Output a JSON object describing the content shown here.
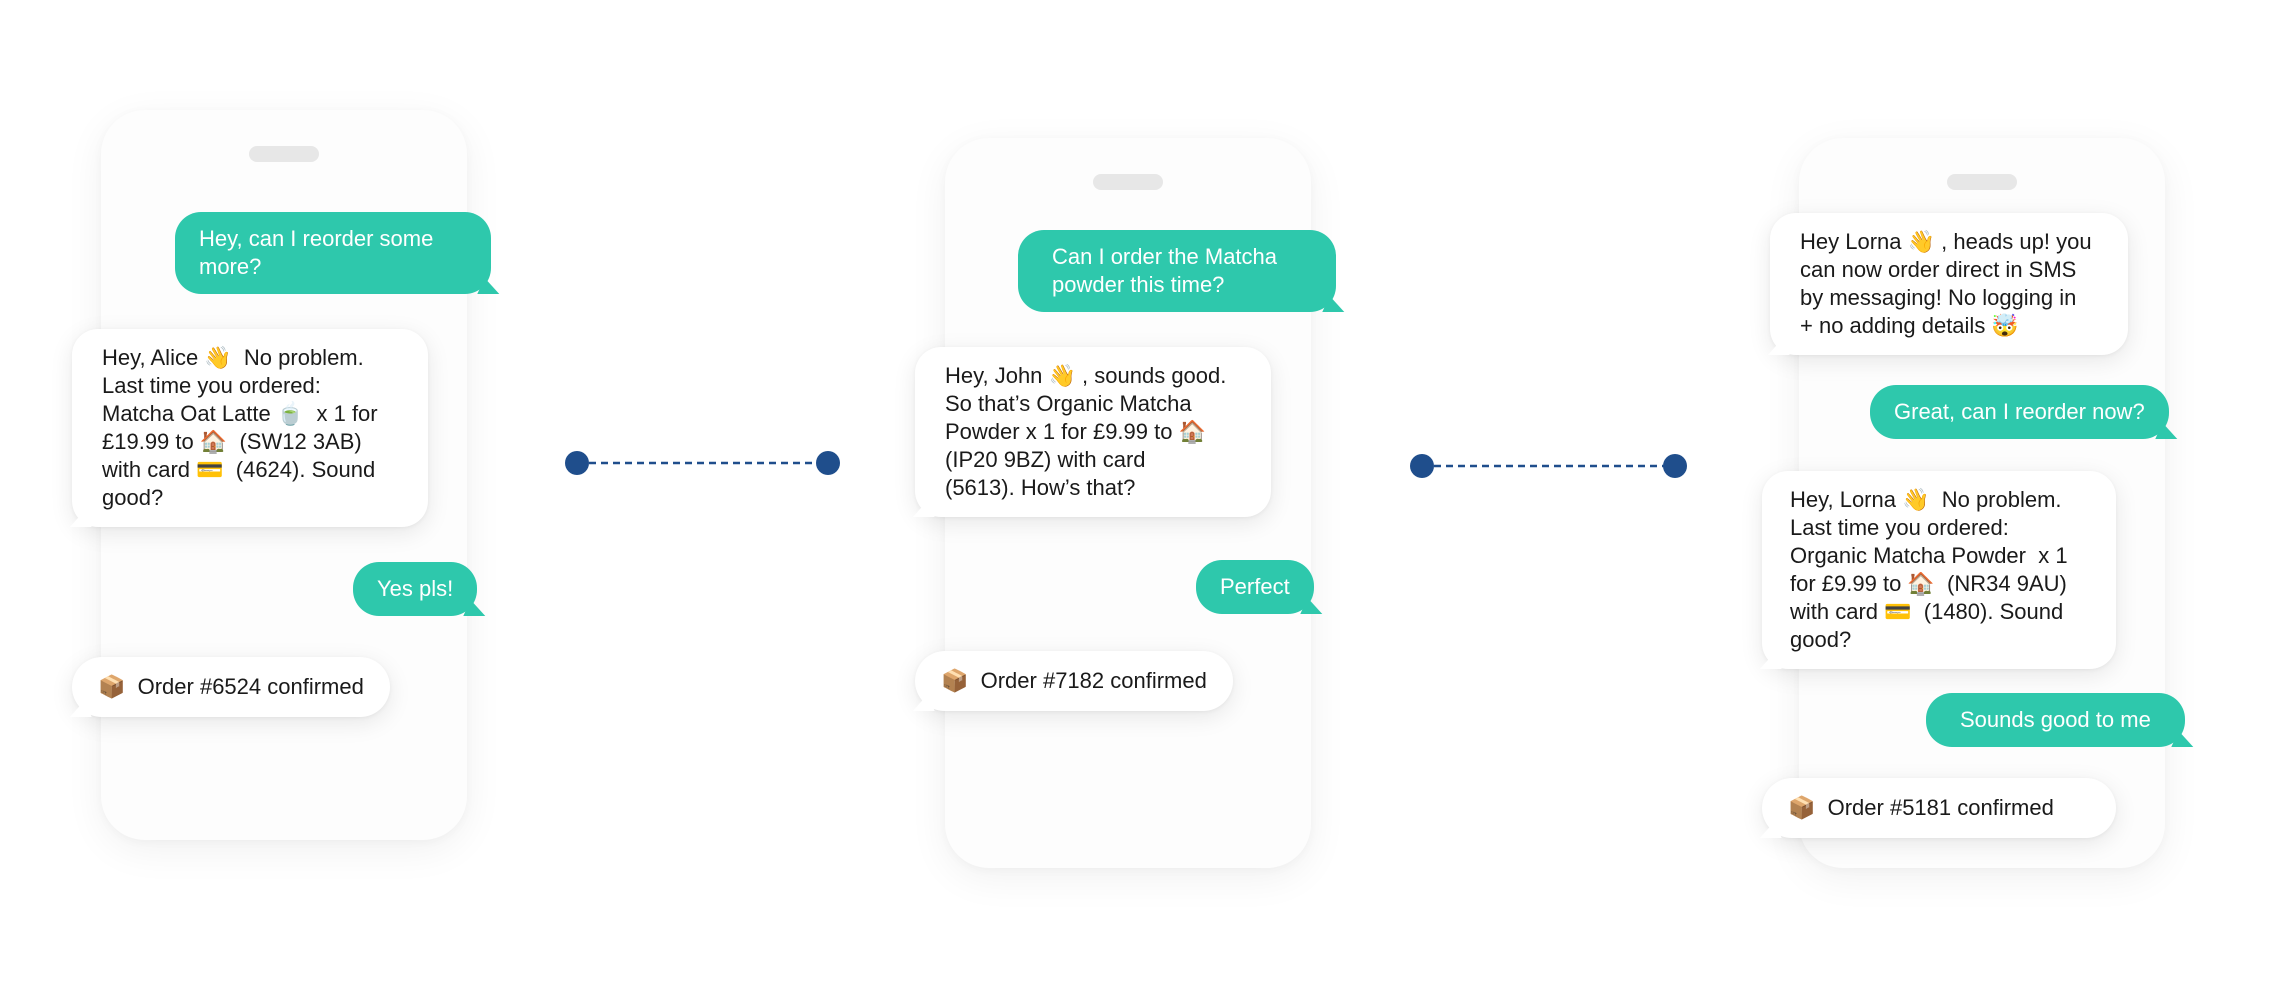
{
  "conversations": [
    {
      "messages": [
        {
          "text": "Hey, can I reorder some more?"
        },
        {
          "text": "Hey, Alice 👋  No problem.\nLast time you ordered:\nMatcha Oat Latte 🍵  x 1 for\n£19.99 to 🏠  (SW12 3AB)\nwith card 💳  (4624). Sound\ngood?"
        },
        {
          "text": "Yes pls!"
        },
        {
          "text": "📦  Order #6524 confirmed"
        }
      ]
    },
    {
      "messages": [
        {
          "text": "Can I order the Matcha\npowder this time?"
        },
        {
          "text": "Hey, John 👋 , sounds good.\nSo that’s Organic Matcha\nPowder x 1 for £9.99 to 🏠\n(IP20 9BZ) with card\n(5613). How’s that?"
        },
        {
          "text": "Perfect"
        },
        {
          "text": "📦  Order #7182 confirmed"
        }
      ]
    },
    {
      "messages": [
        {
          "text": "Hey Lorna 👋 , heads up! you\ncan now order direct in SMS\nby messaging! No logging in\n+ no adding details 🤯"
        },
        {
          "text": "Great, can I reorder now?"
        },
        {
          "text": "Hey, Lorna 👋  No problem.\nLast time you ordered:\nOrganic Matcha Powder  x 1\nfor £9.99 to 🏠  (NR34 9AU)\nwith card 💳  (1480). Sound\ngood?"
        },
        {
          "text": "Sounds good to me"
        },
        {
          "text": "📦  Order #5181 confirmed"
        }
      ]
    }
  ],
  "colors": {
    "outgoing_bubble": "#2ec8ac",
    "incoming_bubble": "#ffffff",
    "connector": "#1f4e8c"
  }
}
